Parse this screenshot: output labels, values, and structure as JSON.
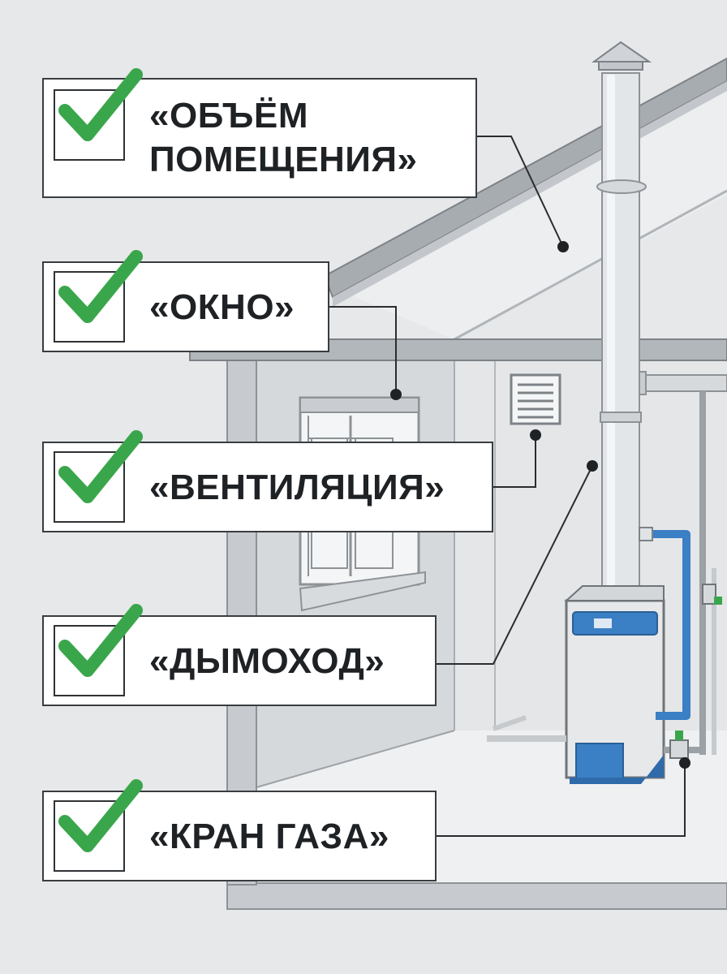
{
  "callouts": [
    {
      "id": "room-volume",
      "line1": "«ОБЪЁМ",
      "line2": "ПОМЕЩЕНИЯ»"
    },
    {
      "id": "window",
      "line1": "«ОКНО»"
    },
    {
      "id": "ventilation",
      "line1": "«ВЕНТИЛЯЦИЯ»"
    },
    {
      "id": "chimney",
      "line1": "«ДЫМОХОД»"
    },
    {
      "id": "gas-valve",
      "line1": "«КРАН ГАЗА»"
    }
  ],
  "icons": {
    "check": "check-mark-icon",
    "checkbox": "checkbox-icon"
  },
  "colors": {
    "check": "#3aa64b",
    "boiler_panel": "#3b7fc4",
    "pipe_blue": "#3b7fc4",
    "wall": "#b9bec4",
    "background": "#e6e8ea"
  }
}
